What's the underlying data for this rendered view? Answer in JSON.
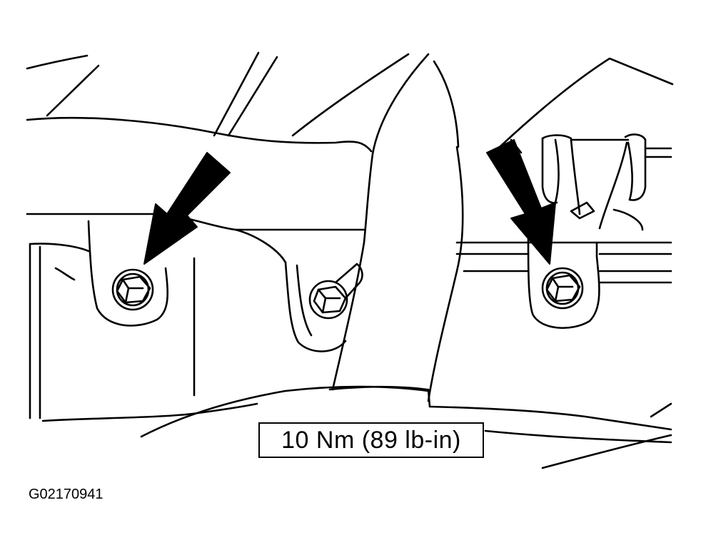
{
  "figure": {
    "torque_label": "10 Nm (89 lb-in)",
    "figure_id": "G02170941"
  },
  "callouts": [
    {
      "name": "left-bolt-arrow",
      "target": "left-bolt"
    },
    {
      "name": "right-bolt-arrow",
      "target": "right-bolt"
    }
  ]
}
